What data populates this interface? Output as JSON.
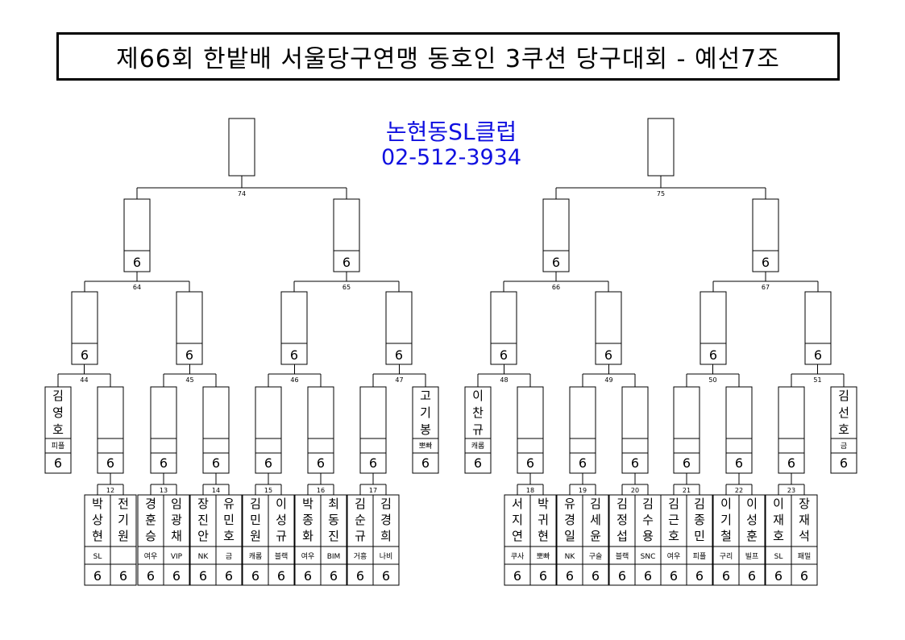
{
  "title": "제66회 한밭배 서울당구연맹 동호인 3쿠션 당구대회 - 예선7조",
  "club": {
    "name": "논현동SL클럽",
    "phone": "02-512-3934"
  },
  "score_mark": "6",
  "match_numbers": {
    "r1": [
      "12",
      "13",
      "14",
      "15",
      "16",
      "17",
      "18",
      "19",
      "20",
      "21",
      "22",
      "23"
    ],
    "r2": [
      "44",
      "45",
      "46",
      "47",
      "48",
      "49",
      "50",
      "51"
    ],
    "r3": [
      "64",
      "65",
      "66",
      "67"
    ],
    "r4": [
      "74",
      "75"
    ]
  },
  "byes": [
    {
      "name": "김영호",
      "club": "피플"
    },
    {
      "name": "고기봉",
      "club": "뽀빠"
    },
    {
      "name": "이찬규",
      "club": "캐롬"
    },
    {
      "name": "김선호",
      "club": "금"
    }
  ],
  "players": [
    {
      "name": "박상현",
      "club": "SL"
    },
    {
      "name": "전기원",
      "club": ""
    },
    {
      "name": "경훈승",
      "club": "여우"
    },
    {
      "name": "임광채",
      "club": "VIP"
    },
    {
      "name": "장진안",
      "club": "NK"
    },
    {
      "name": "유민호",
      "club": "금"
    },
    {
      "name": "김민원",
      "club": "캐롬"
    },
    {
      "name": "이성규",
      "club": "블랙"
    },
    {
      "name": "박종화",
      "club": "여우"
    },
    {
      "name": "최동진",
      "club": "BIM"
    },
    {
      "name": "김순규",
      "club": "거흥"
    },
    {
      "name": "김경희",
      "club": "나비"
    },
    {
      "name": "서지연",
      "club": "쿠사"
    },
    {
      "name": "박귀현",
      "club": "뽀빠"
    },
    {
      "name": "유경일",
      "club": "NK"
    },
    {
      "name": "김세윤",
      "club": "구슬"
    },
    {
      "name": "김정섭",
      "club": "블랙"
    },
    {
      "name": "김수용",
      "club": "SNC"
    },
    {
      "name": "김근호",
      "club": "여우"
    },
    {
      "name": "김종민",
      "club": "피플"
    },
    {
      "name": "이기철",
      "club": "구리"
    },
    {
      "name": "이성훈",
      "club": "빌프"
    },
    {
      "name": "이재호",
      "club": "SL"
    },
    {
      "name": "장재석",
      "club": "패밀"
    }
  ]
}
